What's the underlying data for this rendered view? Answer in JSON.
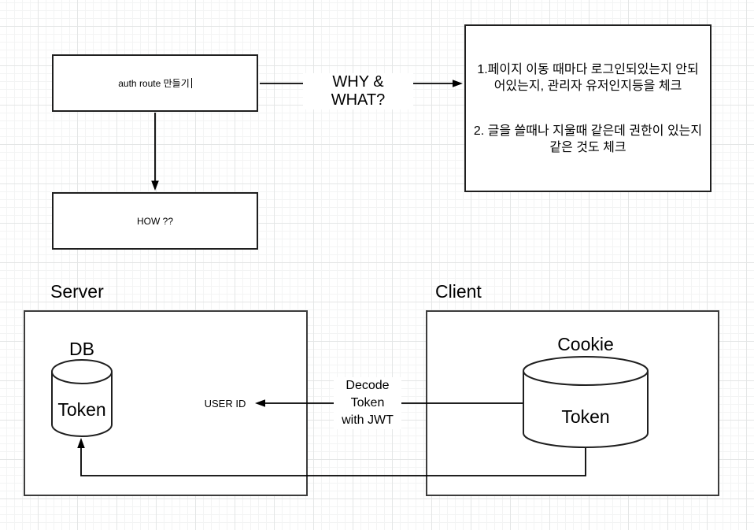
{
  "flow": {
    "auth_box_label": "auth route 만들기",
    "how_box_label": "HOW ??",
    "why_what_arrow_label": "WHY & WHAT?",
    "notes": {
      "item1": "1.페이지 이동 때마다 로그인되있는지 안되어있는지, 관리자 유저인지등을 체크",
      "item2": "2. 글을 쓸때나 지울때 같은데 권한이 있는지 같은 것도 체크"
    }
  },
  "server": {
    "title": "Server",
    "db_label": "DB",
    "db_content": "Token",
    "user_id_label": "USER ID"
  },
  "client": {
    "title": "Client",
    "cookie_label": "Cookie",
    "cookie_content": "Token"
  },
  "decode_arrow": {
    "line1": "Decode",
    "line2": "Token",
    "line3": "with JWT"
  },
  "colors": {
    "shape_stroke": "#1f1f1f",
    "container_stroke": "#3c3c3c",
    "connector": "#000000",
    "background": "#ffffff",
    "grid_minor": "#f3f4f4",
    "grid_major": "#e4e6e6"
  }
}
